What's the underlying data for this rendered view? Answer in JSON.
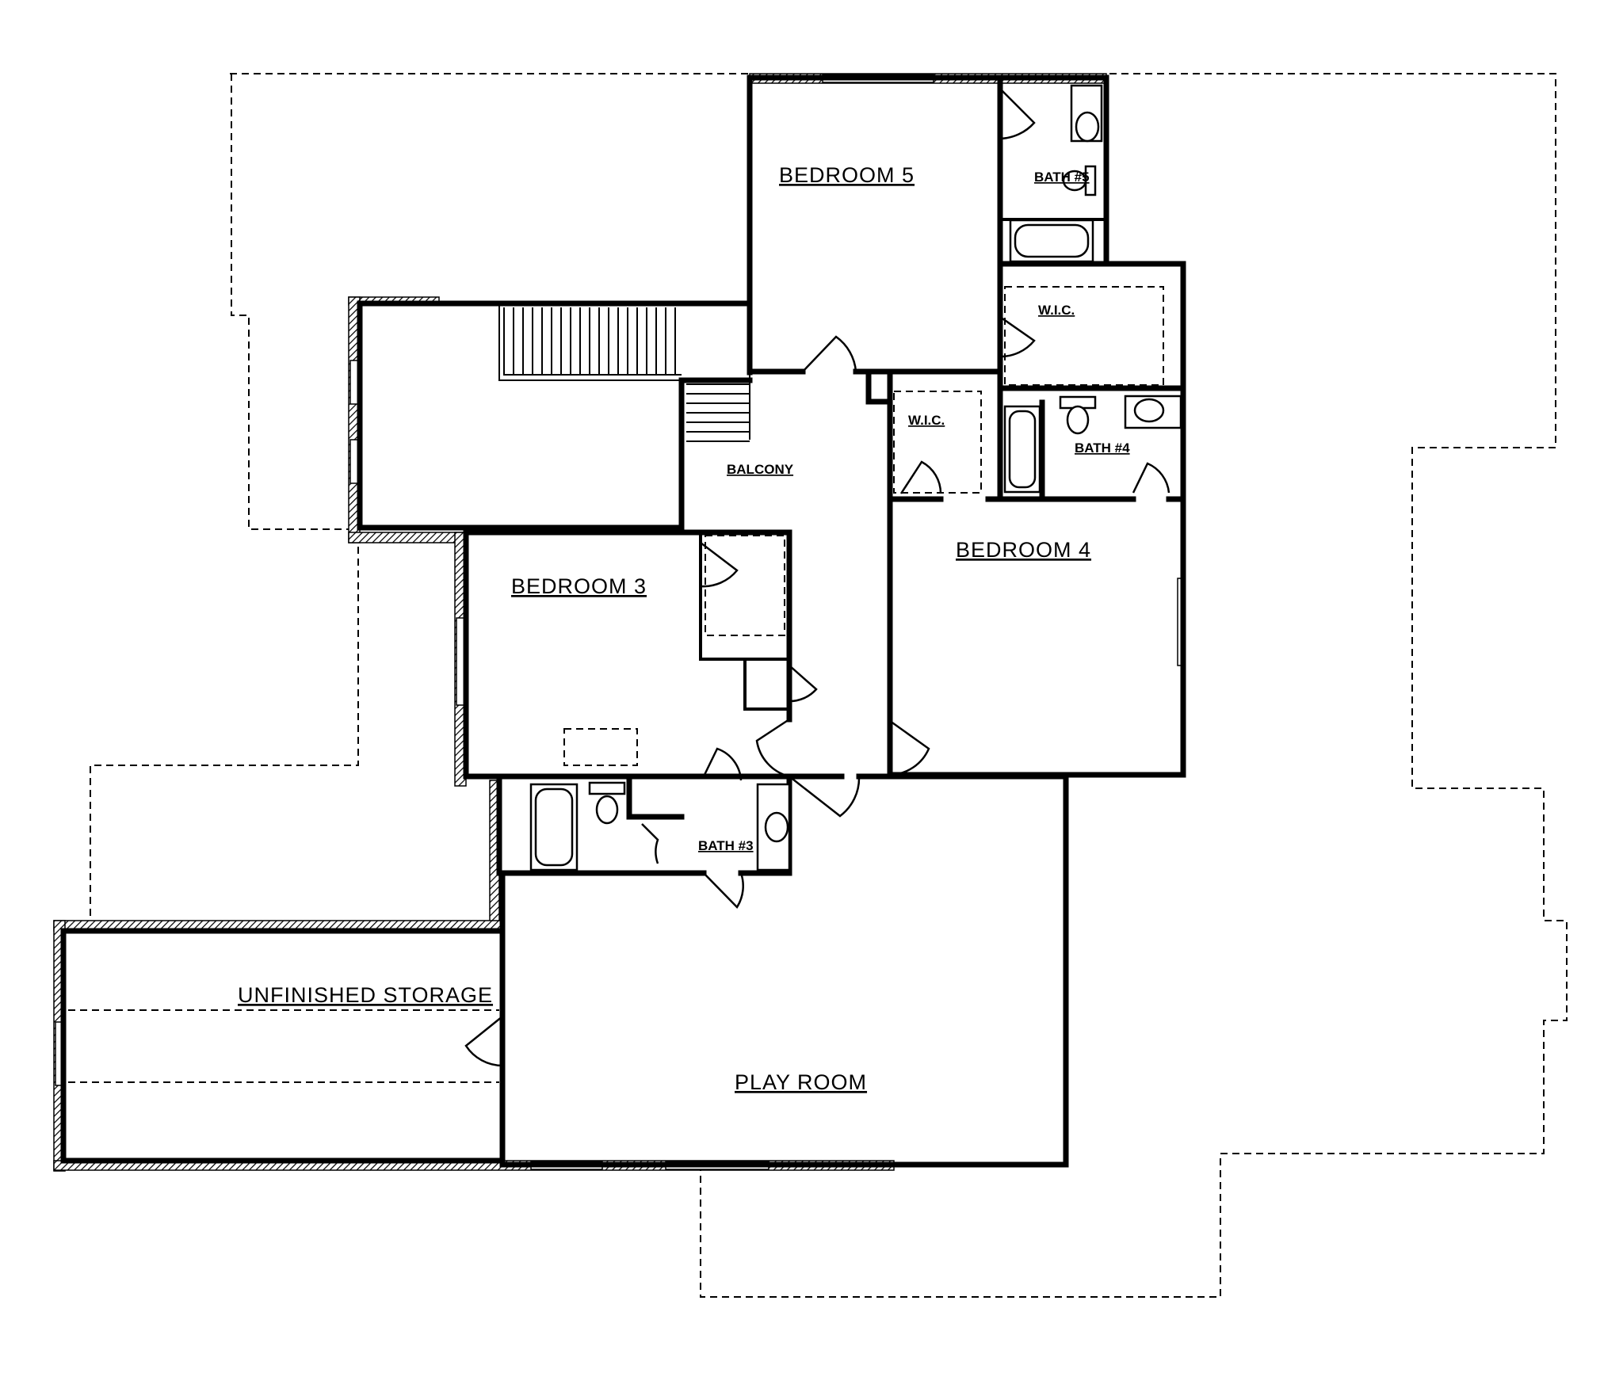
{
  "plan": {
    "rooms": {
      "bedroom5": "BEDROOM 5",
      "bath5": "BATH #5",
      "wic_upper": "W.I.C.",
      "wic_lower": "W.I.C.",
      "bath4": "BATH #4",
      "balcony": "BALCONY",
      "bedroom4": "BEDROOM 4",
      "bedroom3": "BEDROOM 3",
      "bath3": "BATH #3",
      "unfinished_storage": "UNFINISHED STORAGE",
      "play_room": "PLAY ROOM"
    }
  }
}
